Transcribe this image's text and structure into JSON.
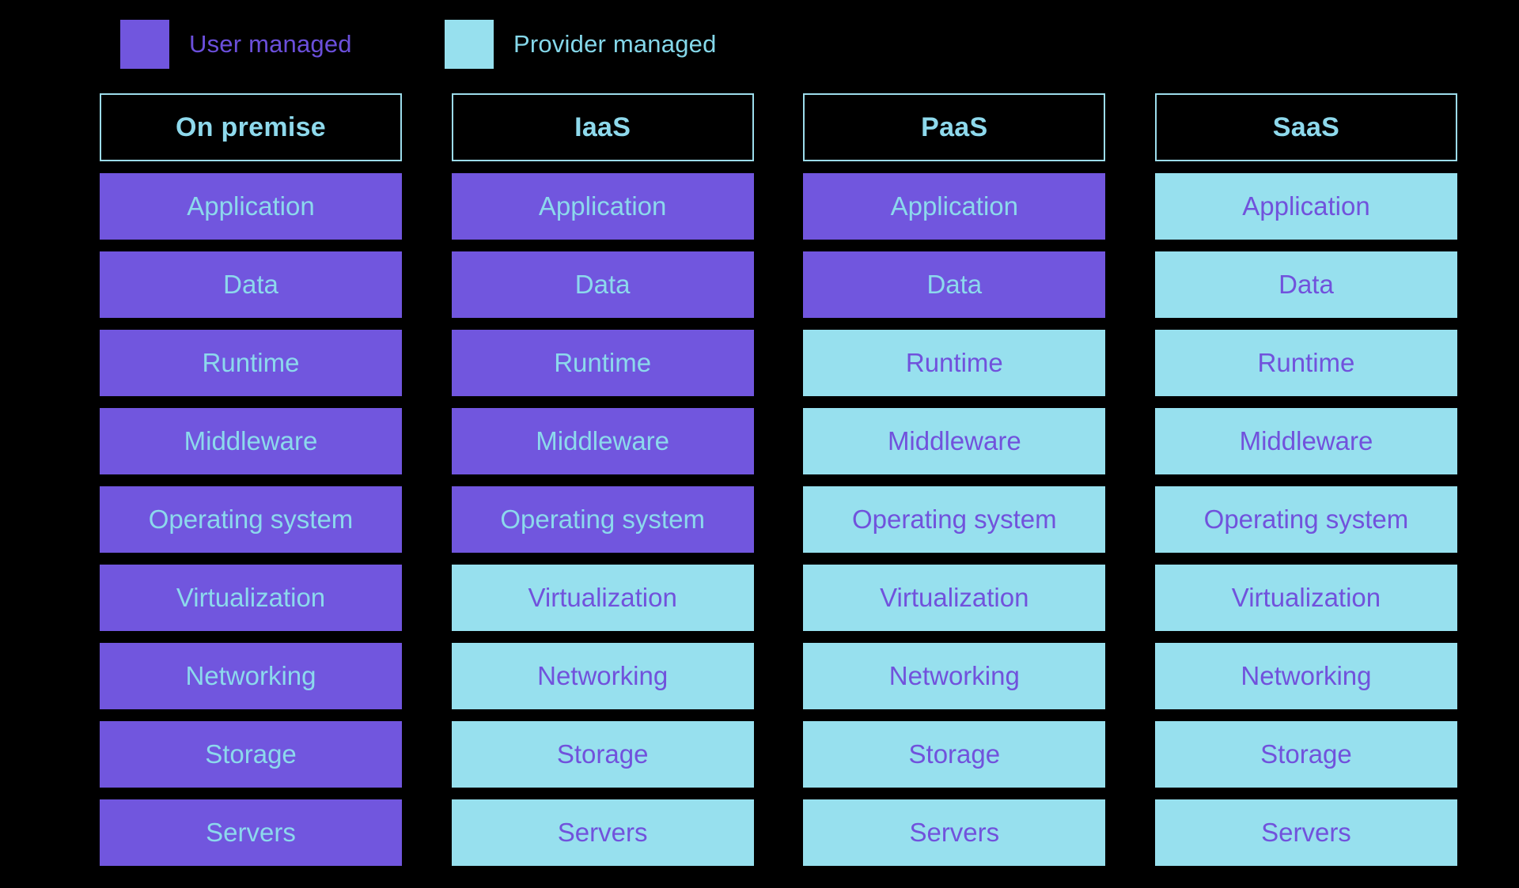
{
  "legend": {
    "items": [
      {
        "label": "User managed",
        "managed": "user"
      },
      {
        "label": "Provider managed",
        "managed": "provider"
      }
    ]
  },
  "colors": {
    "background": "#000000",
    "user_fill": "#7156DE",
    "user_cell_text": "#8CD9EC",
    "provider_fill": "#97E0EE",
    "provider_cell_text": "#7152DC",
    "header_text": "#8ED9EC",
    "header_border": "#9CDCEB",
    "legend_user_text": "#6B4FDB",
    "legend_provider_text": "#85D8EA"
  },
  "columns": [
    {
      "title": "On premise",
      "cells": [
        {
          "label": "Application",
          "managed": "user"
        },
        {
          "label": "Data",
          "managed": "user"
        },
        {
          "label": "Runtime",
          "managed": "user"
        },
        {
          "label": "Middleware",
          "managed": "user"
        },
        {
          "label": "Operating system",
          "managed": "user"
        },
        {
          "label": "Virtualization",
          "managed": "user"
        },
        {
          "label": "Networking",
          "managed": "user"
        },
        {
          "label": "Storage",
          "managed": "user"
        },
        {
          "label": "Servers",
          "managed": "user"
        }
      ]
    },
    {
      "title": "IaaS",
      "cells": [
        {
          "label": "Application",
          "managed": "user"
        },
        {
          "label": "Data",
          "managed": "user"
        },
        {
          "label": "Runtime",
          "managed": "user"
        },
        {
          "label": "Middleware",
          "managed": "user"
        },
        {
          "label": "Operating system",
          "managed": "user"
        },
        {
          "label": "Virtualization",
          "managed": "provider"
        },
        {
          "label": "Networking",
          "managed": "provider"
        },
        {
          "label": "Storage",
          "managed": "provider"
        },
        {
          "label": "Servers",
          "managed": "provider"
        }
      ]
    },
    {
      "title": "PaaS",
      "cells": [
        {
          "label": "Application",
          "managed": "user"
        },
        {
          "label": "Data",
          "managed": "user"
        },
        {
          "label": "Runtime",
          "managed": "provider"
        },
        {
          "label": "Middleware",
          "managed": "provider"
        },
        {
          "label": "Operating system",
          "managed": "provider"
        },
        {
          "label": "Virtualization",
          "managed": "provider"
        },
        {
          "label": "Networking",
          "managed": "provider"
        },
        {
          "label": "Storage",
          "managed": "provider"
        },
        {
          "label": "Servers",
          "managed": "provider"
        }
      ]
    },
    {
      "title": "SaaS",
      "cells": [
        {
          "label": "Application",
          "managed": "provider"
        },
        {
          "label": "Data",
          "managed": "provider"
        },
        {
          "label": "Runtime",
          "managed": "provider"
        },
        {
          "label": "Middleware",
          "managed": "provider"
        },
        {
          "label": "Operating system",
          "managed": "provider"
        },
        {
          "label": "Virtualization",
          "managed": "provider"
        },
        {
          "label": "Networking",
          "managed": "provider"
        },
        {
          "label": "Storage",
          "managed": "provider"
        },
        {
          "label": "Servers",
          "managed": "provider"
        }
      ]
    }
  ]
}
